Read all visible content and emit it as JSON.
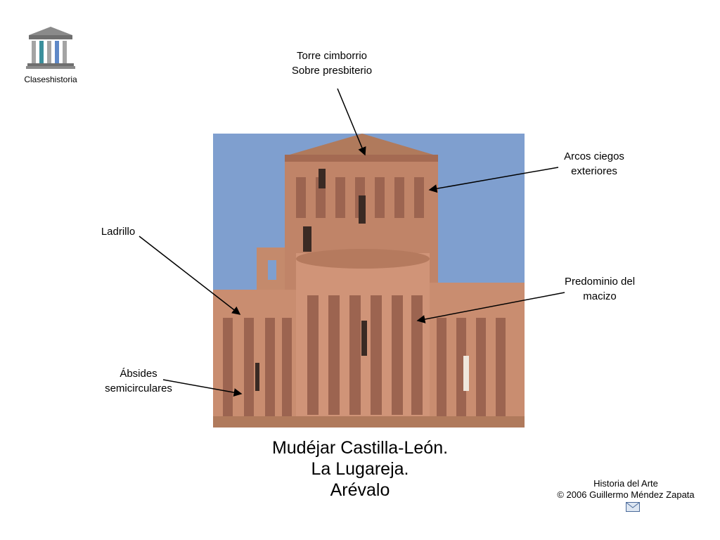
{
  "logo": {
    "text": "Claseshistoria",
    "icon": "greek-temple-icon"
  },
  "labels": {
    "torre_line1": "Torre cimborrio",
    "torre_line2": "Sobre presbiterio",
    "arcos_line1": "Arcos ciegos",
    "arcos_line2": "exteriores",
    "ladrillo": "Ladrillo",
    "predominio_line1": "Predominio del",
    "predominio_line2": "macizo",
    "absides_line1": "Ábsides",
    "absides_line2": "semicirculares"
  },
  "title": {
    "line1": "Mudéjar Castilla-León.",
    "line2": "La Lugareja.",
    "line3": "Arévalo"
  },
  "credits": {
    "line1": "Historia del Arte",
    "line2": "© 2006 Guillermo Méndez Zapata"
  },
  "mail_icon": "envelope-icon",
  "colors": {
    "sky": "#7f9fcf",
    "brick": "#c98d70",
    "brick_dark": "#9c6450",
    "roof": "#b07a5c"
  }
}
